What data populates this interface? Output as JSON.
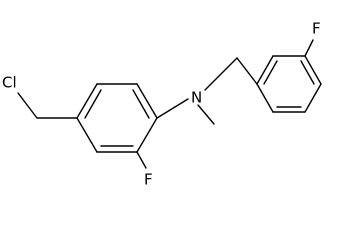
{
  "molecule": {
    "atom_labels": {
      "chloro": "Cl",
      "amine_nitrogen": "N",
      "ring_fluoro": "F",
      "benzyl_fluoro": "F"
    },
    "colors": {
      "bonds": "#000000",
      "labels": "#000000",
      "background": "#ffffff"
    }
  }
}
